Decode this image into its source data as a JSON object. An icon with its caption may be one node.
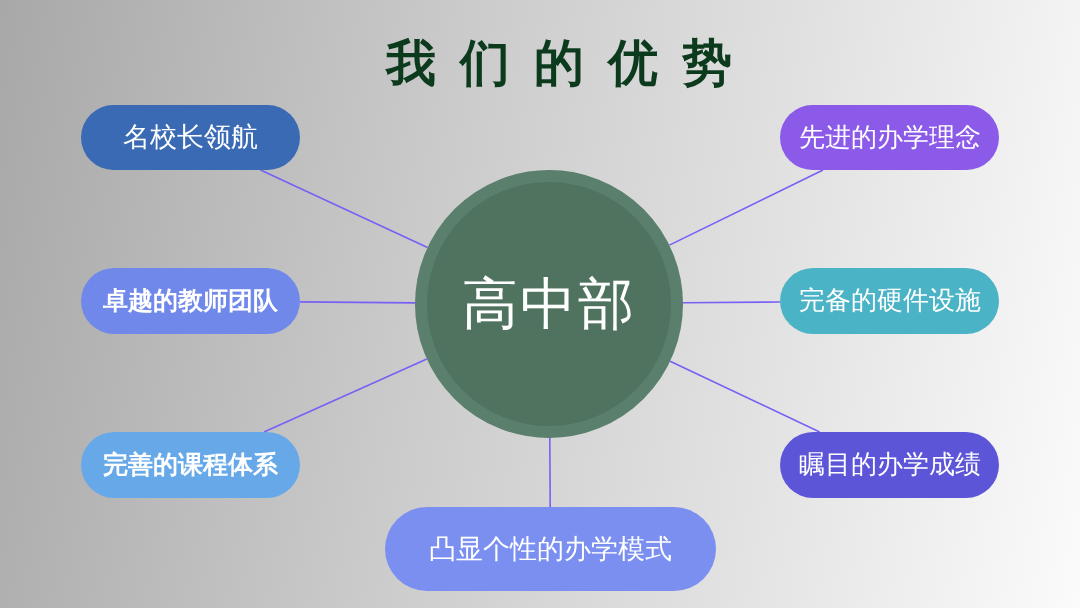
{
  "diagram": {
    "title": "我们的优势",
    "nodes": [
      {
        "text": [
          "高中部"
        ]
      },
      {
        "text": [
          "名校长领航"
        ]
      },
      {
        "text": [
          "先进的办学理念"
        ]
      },
      {
        "text": [
          "卓越的教师团队"
        ]
      },
      {
        "text": [
          "完备的硬件设施"
        ]
      },
      {
        "text": [
          "完善的课程体系"
        ]
      },
      {
        "text": [
          "瞩目的办学成绩"
        ]
      },
      {
        "text": [
          "凸显个性的办学模式"
        ]
      }
    ],
    "edges": [
      {
        "from": 0,
        "to": 1,
        "arrow": "none"
      },
      {
        "from": 0,
        "to": 2,
        "arrow": "none"
      },
      {
        "from": 0,
        "to": 3,
        "arrow": "none"
      },
      {
        "from": 0,
        "to": 4,
        "arrow": "none"
      },
      {
        "from": 0,
        "to": 5,
        "arrow": "none"
      },
      {
        "from": 0,
        "to": 6,
        "arrow": "none"
      },
      {
        "from": 0,
        "to": 7,
        "arrow": "none"
      }
    ]
  }
}
